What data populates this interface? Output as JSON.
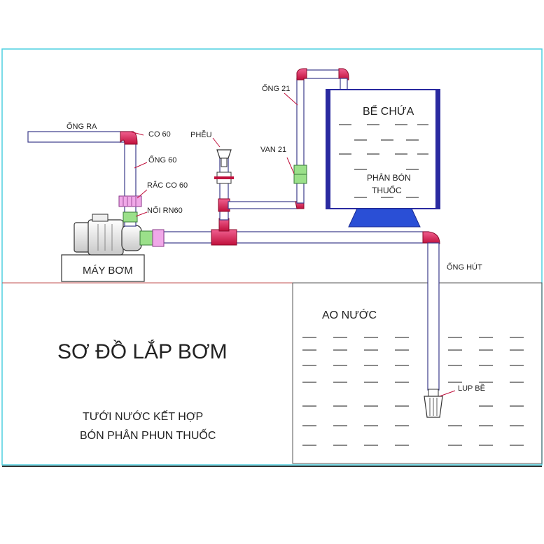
{
  "labels": {
    "ong_ra": "ỐNG RA",
    "co_60": "CO 60",
    "ong_60": "ỐNG 60",
    "rac_co_60": "RẮC CO 60",
    "noi_rn60": "NỐI RN60",
    "pheu": "PHỄU",
    "van_21": "VAN 21",
    "ong_21": "ỐNG 21",
    "be_chua": "BỂ CHỨA",
    "phan_bon": "PHÂN BÓN",
    "thuoc": "THUỐC",
    "may_bom": "MÁY BƠM",
    "ong_hut": "ỐNG HÚT",
    "ao_nuoc": "AO NƯỚC",
    "lup_be": "LUP BỀ",
    "title": "SƠ ĐỒ LẮP BƠM",
    "subtitle_1": "TƯỚI NƯỚC KẾT HỢP",
    "subtitle_2": "BÓN PHÂN PHUN THUỐC"
  },
  "colors": {
    "pipe_fill": "#ffffff",
    "pipe_stroke": "#3b3b8a",
    "fitting_red": "#e0205a",
    "fitting_green": "#9be08a",
    "fitting_pink": "#f0a8e8",
    "tank_stand": "#2a4fd6",
    "tank_border": "#2a2aa0",
    "frame_cyan": "#4fd0e0",
    "ground_line": "#c05050"
  }
}
